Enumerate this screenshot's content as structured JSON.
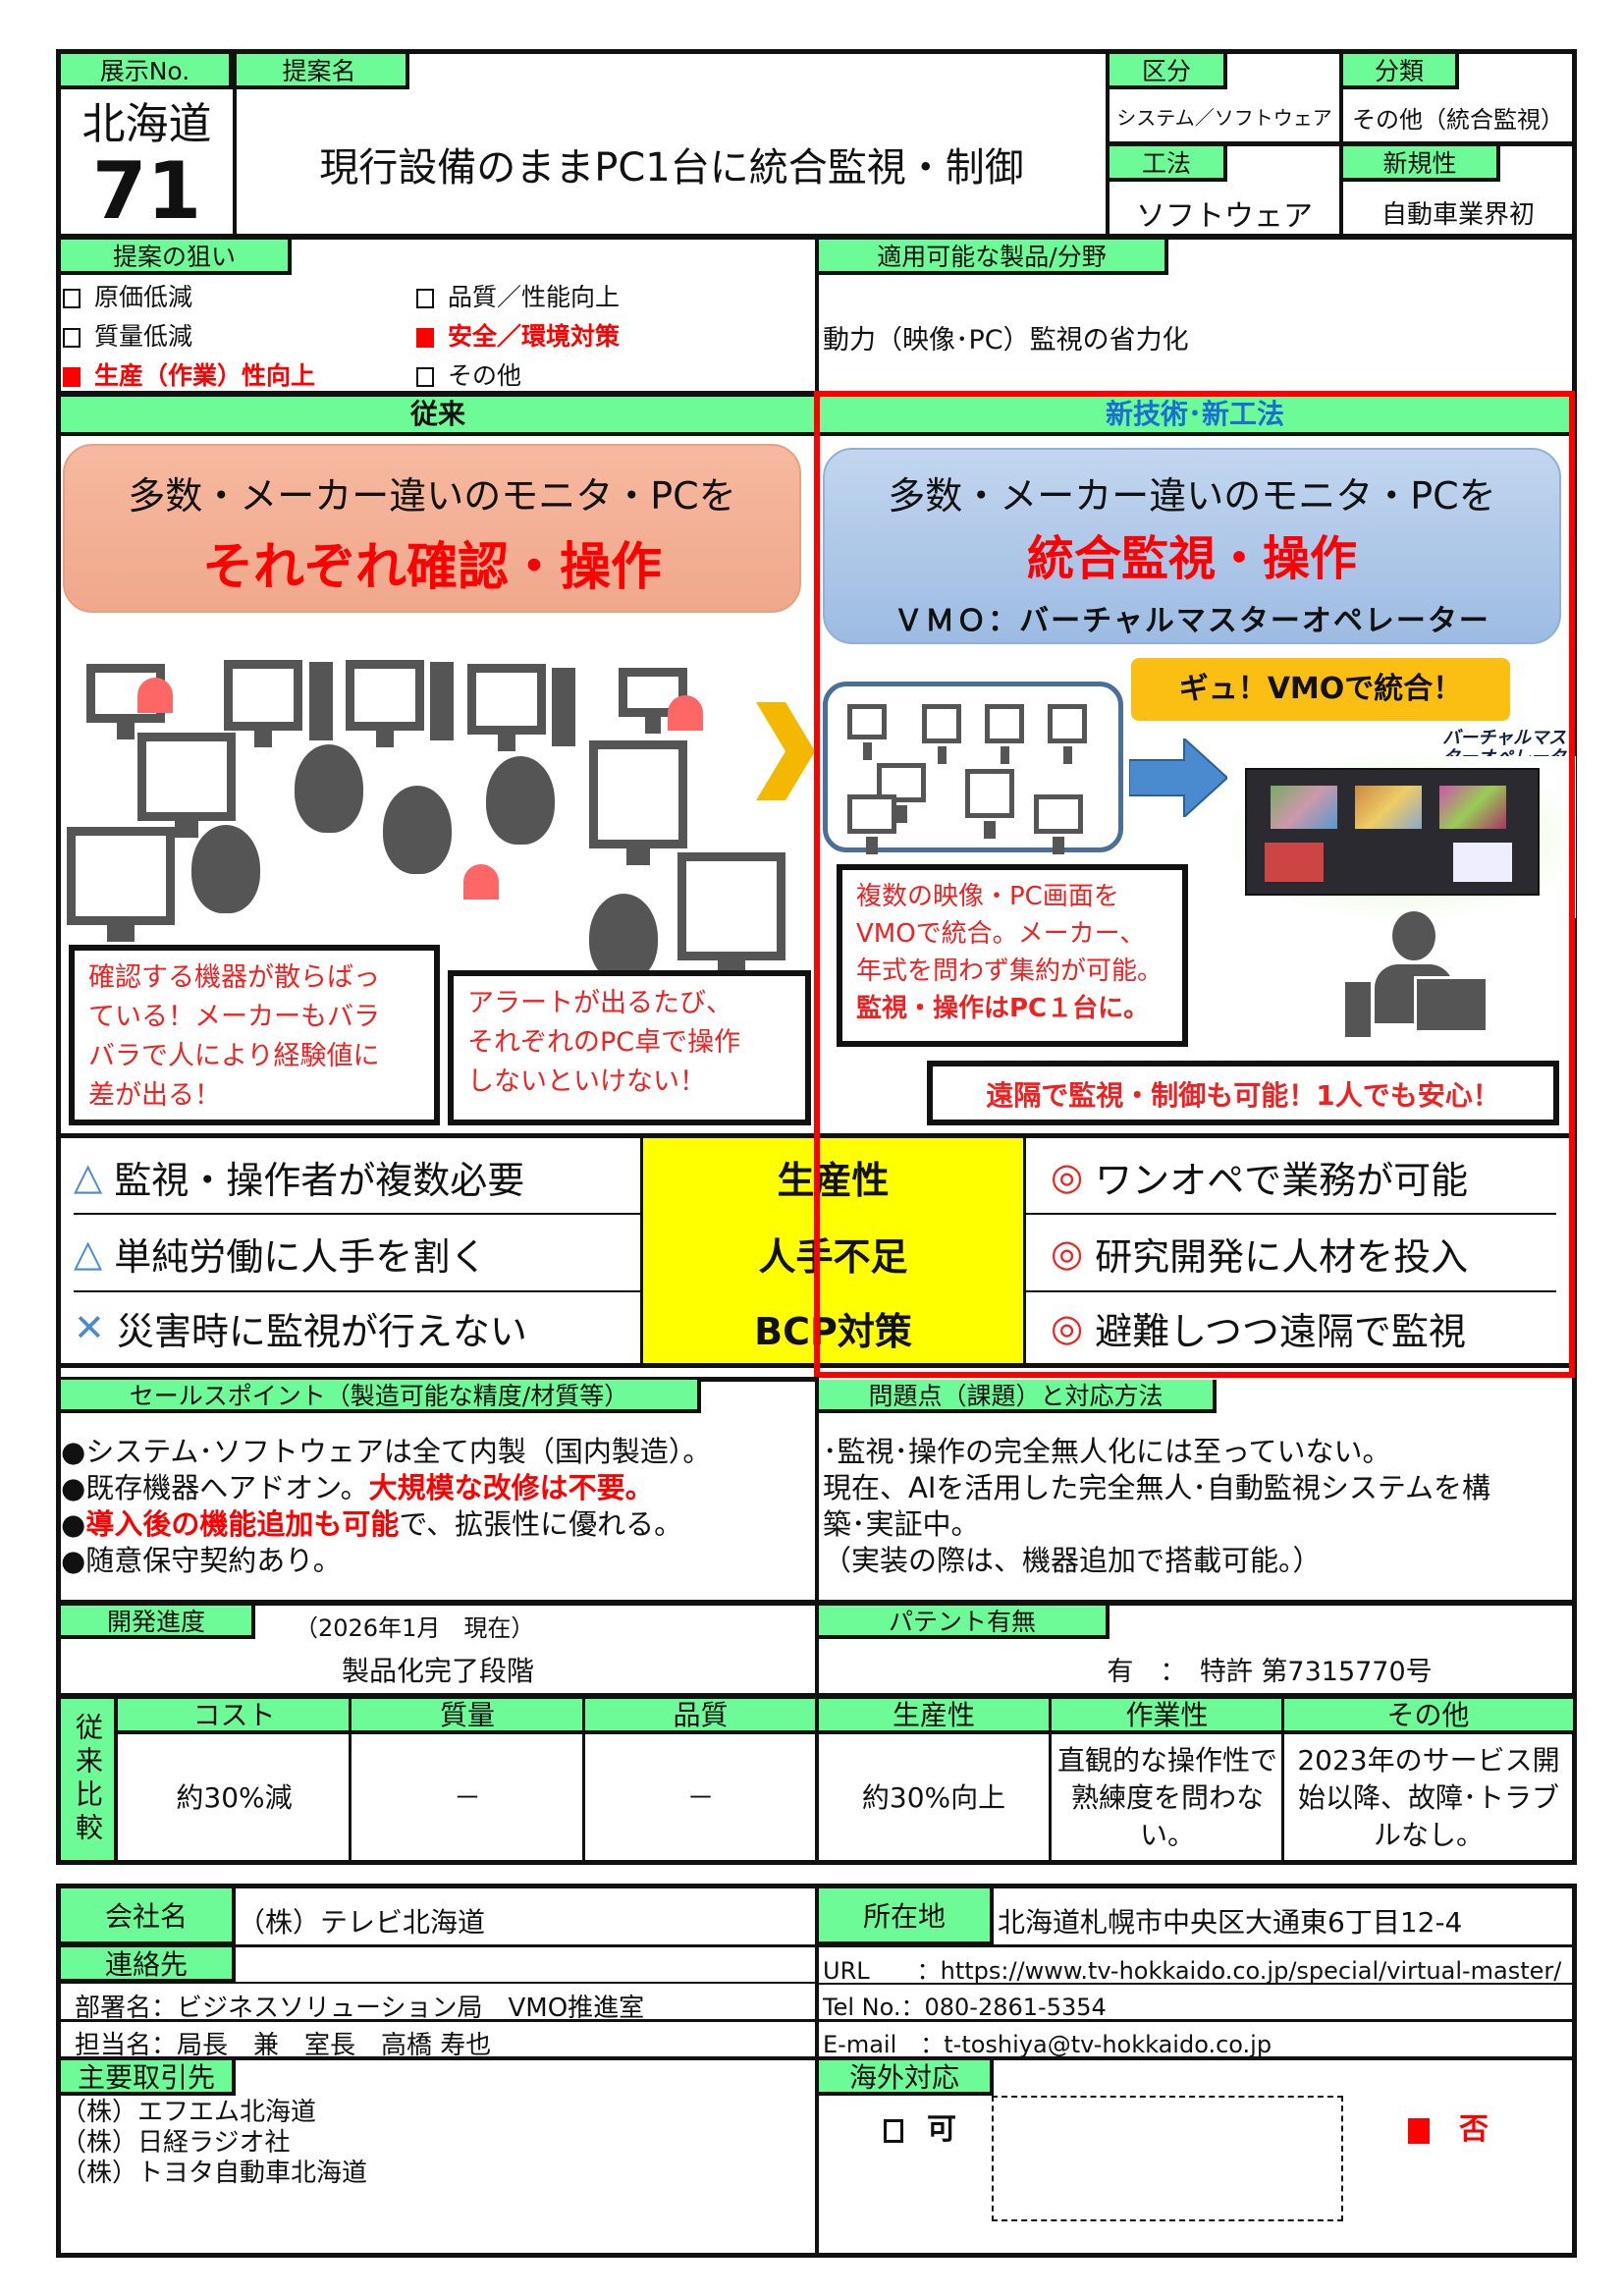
{
  "header": {
    "exhibit_label": "展示No.",
    "region": "北海道",
    "number": "71",
    "proposal_label": "提案名",
    "proposal_title": "現行設備のままPC1台に統合監視・制御",
    "category_label": "区分",
    "category_value": "システム／ソフトウェア",
    "class_label": "分類",
    "class_value": "その他（統合監視）",
    "method_label": "工法",
    "method_value": "ソフトウェア",
    "novelty_label": "新規性",
    "novelty_value": "自動車業界初"
  },
  "aims": {
    "label": "提案の狙い",
    "items": [
      {
        "text": "原価低減",
        "checked": false
      },
      {
        "text": "品質／性能向上",
        "checked": false
      },
      {
        "text": "質量低減",
        "checked": false
      },
      {
        "text": "安全／環境対策",
        "checked": true
      },
      {
        "text": "生産（作業）性向上",
        "checked": true
      },
      {
        "text": "その他",
        "checked": false
      }
    ]
  },
  "applicable": {
    "label": "適用可能な製品/分野",
    "value": "動力（映像･PC）監視の省力化"
  },
  "conventional": {
    "header": "従来",
    "line1": "多数・メーカー違いのモニタ・PCを",
    "line2": "それぞれ確認・操作",
    "bubble1": [
      "確認する機器が散らばっ",
      "ている！メーカーもバラ",
      "バラで人により経験値に",
      "差が出る！"
    ],
    "bubble2": [
      "アラートが出るたび、",
      "それぞれのPC卓で操作",
      "しないといけない！"
    ]
  },
  "new_tech": {
    "header": "新技術･新工法",
    "line1": "多数・メーカー違いのモニタ・PCを",
    "line2": "統合監視・操作",
    "line3": "ＶＭＯ：バーチャルマスターオペレーター",
    "callout": "ギュ！VMOで統合！",
    "logo": "バーチャルマスターオペレーター",
    "bubble": [
      "複数の映像・PC画面を",
      "VMOで統合。メーカー、",
      "年式を問わず集約が可能。"
    ],
    "bubble_bold": "監視・操作はPC１台に。",
    "remote": "遠隔で監視・制御も可能！1人でも安心！"
  },
  "comparison": [
    {
      "before_mark": "△",
      "before": "監視・操作者が複数必要",
      "topic": "生産性",
      "after_mark": "◎",
      "after": "ワンオペで業務が可能"
    },
    {
      "before_mark": "△",
      "before": "単純労働に人手を割く",
      "topic": "人手不足",
      "after_mark": "◎",
      "after": "研究開発に人材を投入"
    },
    {
      "before_mark": "✕",
      "before": "災害時に監視が行えない",
      "topic": "BCP対策",
      "after_mark": "◎",
      "after": "避難しつつ遠隔で監視"
    }
  ],
  "sales": {
    "label": "セールスポイント（製造可能な精度/材質等）",
    "l1": "●システム･ソフトウェアは全て内製（国内製造）。",
    "l2a": "●既存機器へアドオン。",
    "l2b": "大規模な改修は不要。",
    "l3a": "●",
    "l3b": "導入後の機能追加も可能",
    "l3c": "で、拡張性に優れる。",
    "l4": "●随意保守契約あり。"
  },
  "issues": {
    "label": "問題点（課題）と対応方法",
    "lines": [
      "･監視･操作の完全無人化には至っていない。",
      "現在、AIを活用した完全無人･自動監視システムを構",
      "築･実証中。",
      "（実装の際は、機器追加で搭載可能。）"
    ]
  },
  "progress": {
    "label": "開発進度",
    "date": "（2026年1月　現在）",
    "value": "製品化完了段階"
  },
  "patent": {
    "label": "パテント有無",
    "value": "有　：　特許 第7315770号"
  },
  "vs": {
    "side_label": "従来比較",
    "headers": [
      "コスト",
      "質量",
      "品質",
      "生産性",
      "作業性",
      "その他"
    ],
    "values": [
      "約30%減",
      "－",
      "－",
      "約30%向上",
      "直観的な操作性で熟練度を問わない。",
      "2023年のサービス開始以降、故障･トラブルなし。"
    ]
  },
  "company": {
    "name_label": "会社名",
    "name": "（株）テレビ北海道",
    "address_label": "所在地",
    "address": "北海道札幌市中央区大通東6丁目12-4",
    "contact_label": "連絡先",
    "dept": "部署名：ビジネスソリューション局　VMO推進室",
    "person": "担当名：局長　兼　室長　高橋 寿也",
    "url": "URL　　：https://www.tv-hokkaido.co.jp/special/virtual-master/",
    "tel": "Tel No.：080-2861-5354",
    "email": "E-mail　：t-toshiya@tv-hokkaido.co.jp",
    "clients_label": "主要取引先",
    "clients": [
      "（株）エフエム北海道",
      "（株）日経ラジオ社",
      "（株）トヨタ自動車北海道"
    ],
    "overseas_label": "海外対応",
    "overseas_yes": "可",
    "overseas_no": "否",
    "overseas_yes_checked": false,
    "overseas_no_checked": true
  },
  "colors": {
    "label_green": "#6dfb98",
    "red": "#ff0000",
    "yellow": "#ffff00"
  }
}
